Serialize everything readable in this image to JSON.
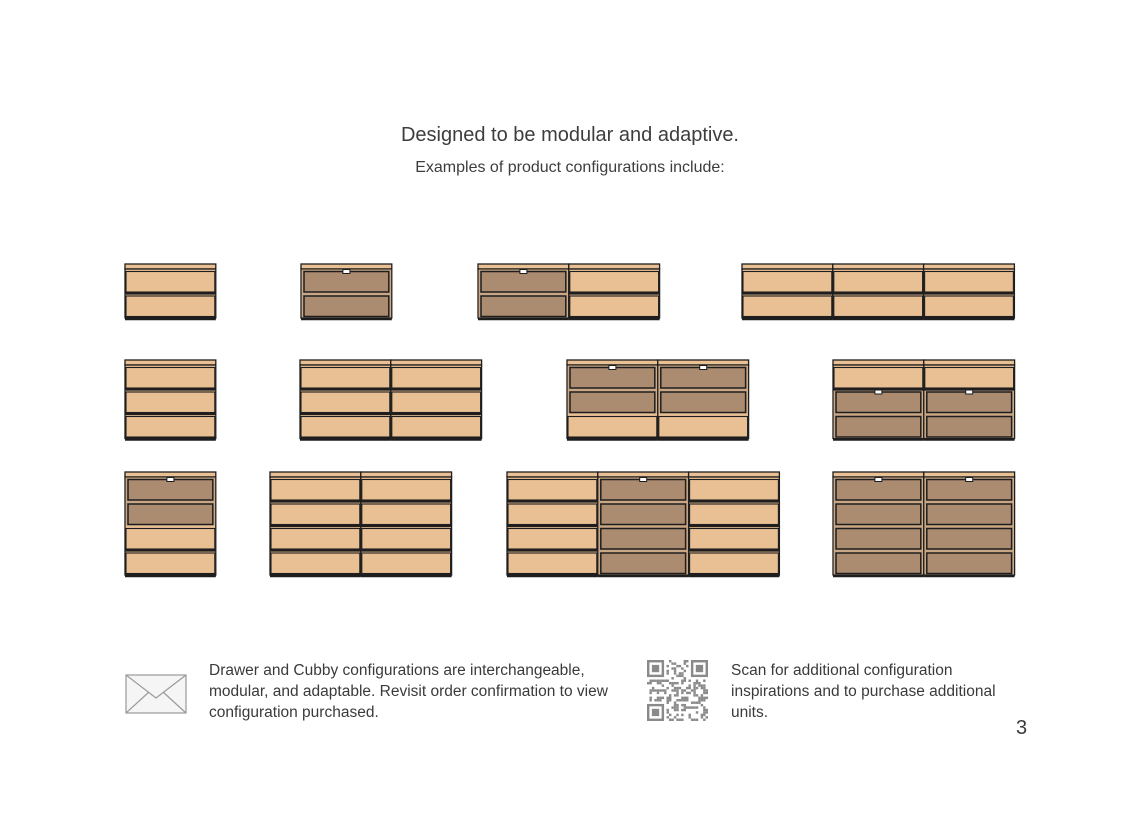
{
  "heading": "Designed to be modular and adaptive.",
  "subheading": "Examples of product configurations include:",
  "colors": {
    "cubby": "#e9bf94",
    "drawer": "#ab8c70",
    "outline": "#1e1e1e"
  },
  "configurations": [
    [
      [
        "C",
        "C"
      ]
    ],
    [
      [
        "D",
        "D"
      ]
    ],
    [
      [
        "D",
        "D"
      ],
      [
        "C",
        "C"
      ]
    ],
    [
      [
        "C",
        "C"
      ],
      [
        "C",
        "C"
      ],
      [
        "C",
        "C"
      ]
    ],
    [
      [
        "C",
        "C",
        "C"
      ]
    ],
    [
      [
        "C",
        "C",
        "C"
      ],
      [
        "C",
        "C",
        "C"
      ]
    ],
    [
      [
        "D",
        "D",
        "C"
      ],
      [
        "D",
        "D",
        "C"
      ]
    ],
    [
      [
        "C",
        "D",
        "D"
      ],
      [
        "C",
        "D",
        "D"
      ]
    ],
    [
      [
        "D",
        "D",
        "C",
        "C"
      ]
    ],
    [
      [
        "C",
        "C",
        "C",
        "C"
      ],
      [
        "C",
        "C",
        "C",
        "C"
      ]
    ],
    [
      [
        "C",
        "C",
        "C",
        "C"
      ],
      [
        "D",
        "D",
        "D",
        "D"
      ],
      [
        "C",
        "C",
        "C",
        "C"
      ]
    ],
    [
      [
        "D",
        "D",
        "D",
        "D"
      ],
      [
        "D",
        "D",
        "D",
        "D"
      ]
    ]
  ],
  "footer": {
    "note_left": "Drawer and Cubby configurations are interchangeable, modular, and adaptable. Revisit order confirmation to view configuration purchased.",
    "note_right": "Scan for additional configuration inspirations and to purchase additional units.",
    "envelope_icon": "envelope-icon",
    "qr_icon": "qr-code-icon"
  },
  "page_number": "3"
}
